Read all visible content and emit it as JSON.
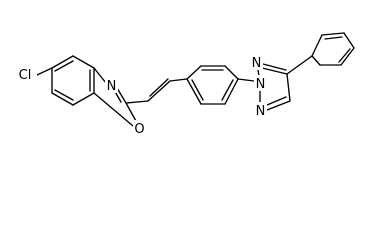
{
  "structure": {
    "atom_labels": {
      "chloro": "Cl",
      "oxazole_n": "N",
      "oxazole_o": "O",
      "triazole_n_top": "N",
      "triazole_n_mid": "N",
      "triazole_n_bottom": "N"
    }
  }
}
